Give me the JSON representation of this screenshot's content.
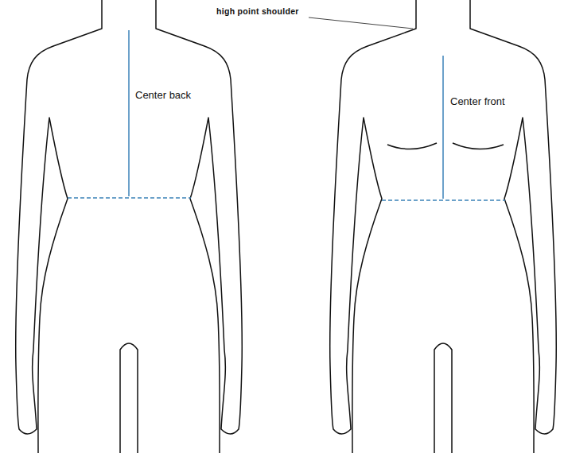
{
  "diagram": {
    "labels": [
      "Center back",
      "Center front",
      "high point shoulder"
    ]
  }
}
